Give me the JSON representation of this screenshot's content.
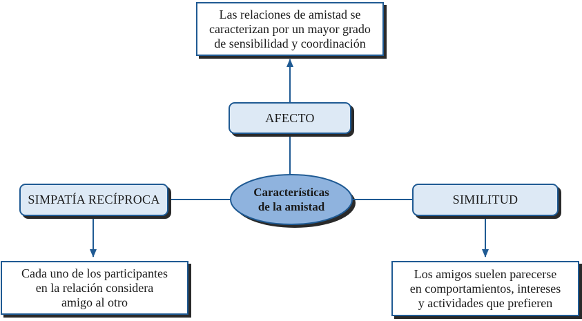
{
  "diagram": {
    "colors": {
      "line": "#1f5a93",
      "box_fill": "#ffffff",
      "concept_fill": "#dde9f5",
      "center_fill": "#8fb3de",
      "shadow": "#2a2a2a"
    },
    "center": {
      "lines": [
        "Características",
        "de la amistad"
      ]
    },
    "top_note": {
      "lines": [
        "Las relaciones de amistad se",
        "caracterizan por un mayor grado",
        "de sensibilidad y coordinación"
      ]
    },
    "afecto": {
      "label": "AFECTO"
    },
    "simpatia": {
      "label": "SIMPATÍA RECÍPROCA"
    },
    "similitud": {
      "label": "SIMILITUD"
    },
    "left_note": {
      "lines": [
        "Cada uno de los participantes",
        "en la relación considera",
        "amigo al otro"
      ]
    },
    "right_note": {
      "lines": [
        "Los amigos suelen parecerse",
        "en comportamientos, intereses",
        "y actividades que prefieren"
      ]
    }
  }
}
